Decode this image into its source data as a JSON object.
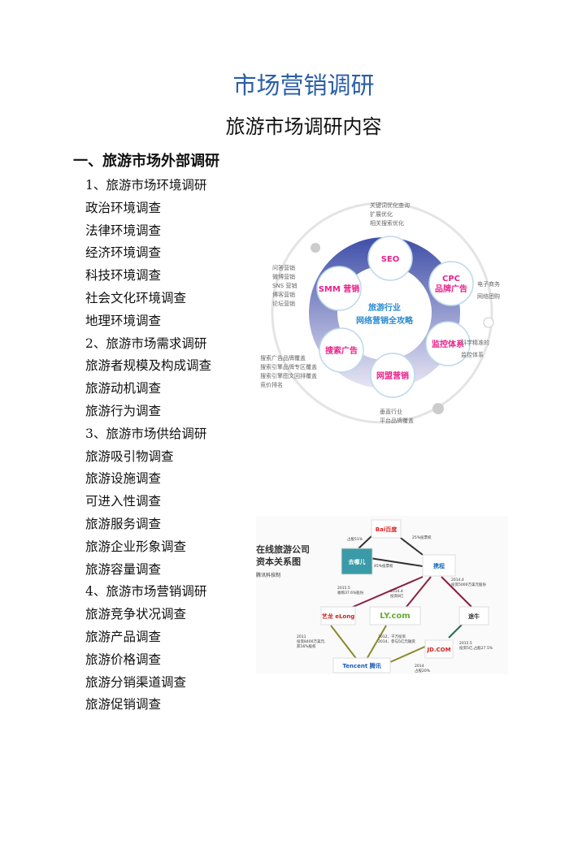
{
  "title": "市场营销调研",
  "subtitle": "旅游市场调研内容",
  "section": "一、旅游市场外部调研",
  "items": [
    "1、旅游市场环境调研",
    "政治环境调查",
    "法律环境调查",
    "经济环境调查",
    "科技环境调查",
    "社会文化环境调查",
    "地理环境调查",
    "2、旅游市场需求调研",
    "旅游者规模及构成调查",
    "旅游动机调查",
    "旅游行为调查",
    "3、旅游市场供给调研",
    "旅游吸引物调查",
    "旅游设施调查",
    "可进入性调查",
    "旅游服务调查",
    "旅游企业形象调查",
    "旅游容量调查",
    "4、旅游市场营销调研",
    "旅游竞争状况调查",
    "旅游产品调查",
    "旅游价格调查",
    "旅游分销渠道调查",
    "旅游促销调查"
  ],
  "diagram1": {
    "center": [
      "旅游行业",
      "网络营销全攻略"
    ],
    "nodes": {
      "seo": "SEO",
      "cpc": [
        "CPC",
        "品牌广告"
      ],
      "monitor": "监控体系",
      "alliance": "网盟营销",
      "search": "搜索广告",
      "smm": "SMM 营销"
    },
    "notes": {
      "seo": [
        "关键词优化查询",
        "扩展优化",
        "相关搜索优化"
      ],
      "smm": [
        "问答营销",
        "微博营销",
        "SNS 营销",
        "博客营销",
        "论坛营销"
      ],
      "cpc": [
        "电子商务",
        "网络团购"
      ],
      "monitor": [
        "科学精准的",
        "监控体系"
      ],
      "search": [
        "搜索广告品牌覆盖",
        "搜索引擎品牌专区覆盖",
        "搜索引擎图文回排覆盖",
        "竞价排名"
      ],
      "alliance": [
        "垂直行业",
        "平台品牌覆盖"
      ]
    }
  },
  "diagram2": {
    "title": [
      "在线旅游公司",
      "资本关系图"
    ],
    "credit": "腾讯科技制",
    "companies": {
      "baidu": "Bai百度",
      "qunar": "去哪儿",
      "ctrip": "携程",
      "elong": "艺龙 eLong",
      "ly": "LY.com",
      "tuniu": "途牛",
      "jd": "JD.COM",
      "tencent": "Tencent 腾讯"
    },
    "labels": {
      "baidu_qunar": "占股51%",
      "baidu_ctrip": "25%投票权",
      "ctrip_qunar": "45%投票权",
      "ctrip_elong": [
        "2015.5",
        "收购37.6%股份"
      ],
      "ctrip_ly": [
        "2014.4",
        "投资8亿"
      ],
      "ctrip_tuniu": [
        "2014.4",
        "投资5000万美元股份"
      ],
      "tencent_elong": [
        "2011",
        "投资8400万美元,",
        "获16%股权"
      ],
      "tencent_ly": [
        "2012、千万投资",
        "2014、参与5亿元融资"
      ],
      "jd_tuniu": [
        "2015.5",
        "投资5亿,占股27.5%"
      ],
      "tencent_jd": [
        "2014",
        "占股20%"
      ]
    }
  }
}
